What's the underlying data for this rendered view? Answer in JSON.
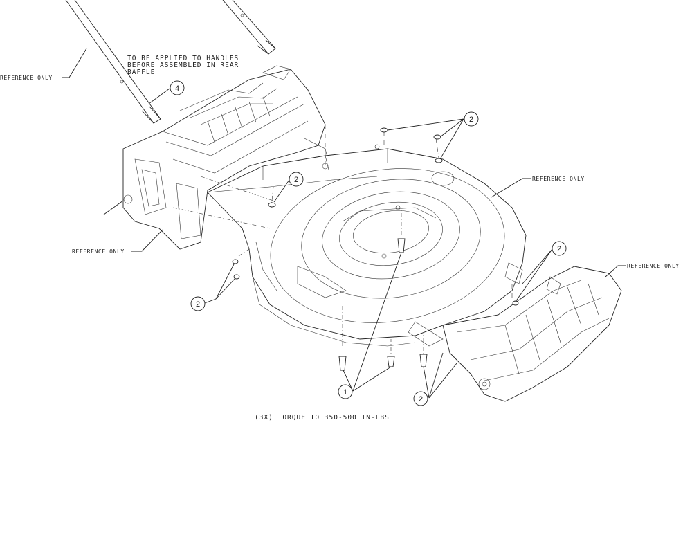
{
  "notes": {
    "handle_note_line1": "TO BE APPLIED TO HANDLES",
    "handle_note_line2": "BEFORE ASSEMBLED IN REAR",
    "handle_note_line3": "BAFFLE",
    "torque_note": "(3X) TORQUE TO 350-500 IN-LBS"
  },
  "reference_labels": {
    "handle": "REFERENCE ONLY",
    "deck": "REFERENCE ONLY",
    "rear_baffle": "REFERENCE ONLY",
    "front_baffle": "REFERENCE ONLY"
  },
  "callouts": {
    "handle_tape": "4",
    "rear_bolts_top": "2",
    "left_bolt": "2",
    "front_bolts_right": "2",
    "rear_bolts_left": "2",
    "front_bolts_bottom": "2",
    "blade_bolts": "1"
  }
}
